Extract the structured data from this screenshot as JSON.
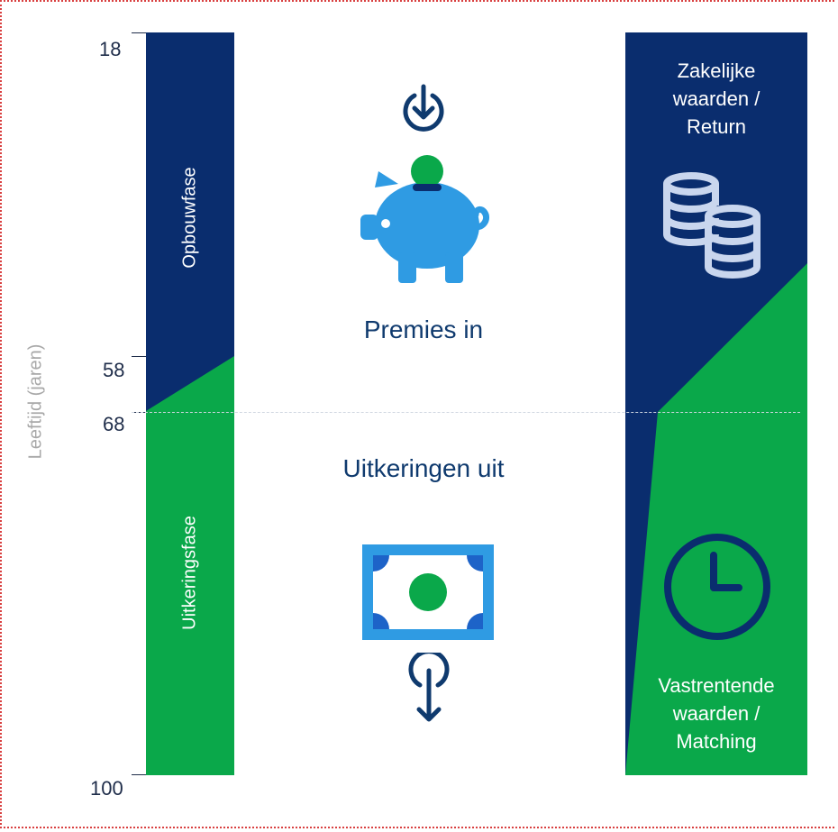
{
  "axis": {
    "title": "Leeftijd (jaren)",
    "ticks": [
      "18",
      "58",
      "68",
      "100"
    ]
  },
  "phases": {
    "build_up": "Opbouwfase",
    "payout": "Uitkeringsfase"
  },
  "center": {
    "premiums": "Premies in",
    "payouts": "Uitkeringen uit"
  },
  "right": {
    "top_line1": "Zakelijke",
    "top_line2": "waarden /",
    "top_line3": "Return",
    "bottom_line1": "Vastrentende",
    "bottom_line2": "waarden /",
    "bottom_line3": "Matching"
  },
  "colors": {
    "navy": "#0a2d6e",
    "green": "#0aa84a",
    "blue": "#2f9be3",
    "dark_text": "#0f3a6e"
  },
  "icons": [
    "download-arrow-icon",
    "piggy-bank-icon",
    "coins-icon",
    "banknote-icon",
    "upload-arrow-icon",
    "clock-icon"
  ]
}
